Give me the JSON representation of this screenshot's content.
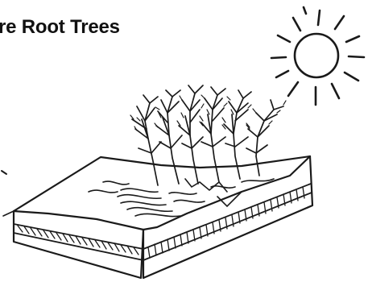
{
  "heading": {
    "text": "re Root Trees"
  },
  "illustration": {
    "ink_color": "#1a1a1a",
    "paper_color": "#ffffff",
    "elements": [
      "sun-icon",
      "tree-seedlings",
      "soil-block-with-trench"
    ]
  }
}
